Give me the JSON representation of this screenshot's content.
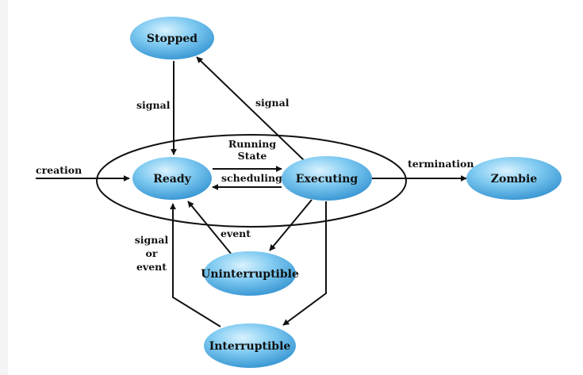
{
  "nodes": {
    "stopped": "Stopped",
    "ready": "Ready",
    "executing": "Executing",
    "zombie": "Zombie",
    "uninterruptible": "Uninterruptible",
    "interruptible": "Interruptible"
  },
  "group": {
    "label_line1": "Running",
    "label_line2": "State"
  },
  "edges": {
    "stopped_to_ready": "signal",
    "executing_to_stopped": "signal",
    "creation": "creation",
    "termination": "termination",
    "scheduling": "scheduling",
    "unint_to_ready": "event",
    "int_to_ready_line1": "signal",
    "int_to_ready_line2": "or",
    "int_to_ready_line3": "event"
  },
  "colors": {
    "node_light": "#bfe6fb",
    "node_mid": "#6ec3ef",
    "node_dark": "#2a86c8",
    "line": "#111111",
    "background": "#ffffff"
  }
}
